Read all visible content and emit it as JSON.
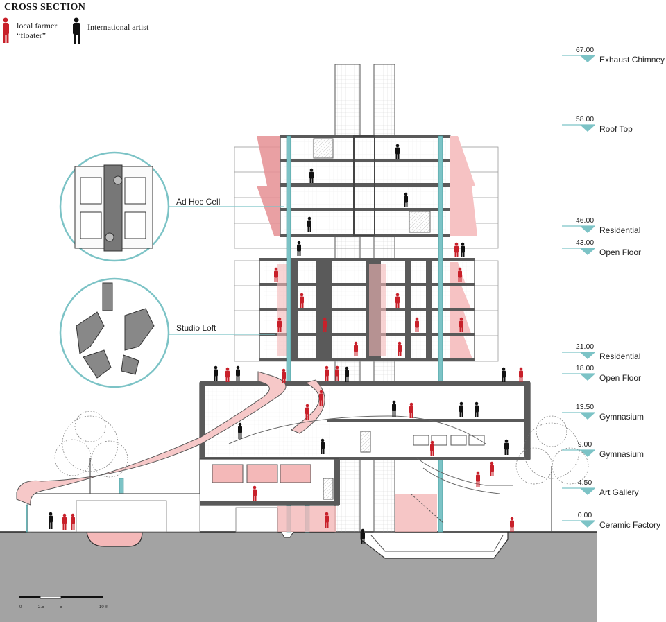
{
  "title": "CROSS SECTION",
  "legend": [
    {
      "label_line1": "local farmer",
      "label_line2": "“floater”",
      "color": "#c8202a",
      "icon": "person-figure-icon"
    },
    {
      "label_line1": "International artist",
      "label_line2": "",
      "color": "#111111",
      "icon": "person-figure-icon"
    }
  ],
  "levels": [
    {
      "value": "67.00",
      "name": "Exhaust Chimney"
    },
    {
      "value": "58.00",
      "name": "Roof Top"
    },
    {
      "value": "46.00",
      "name": "Residential"
    },
    {
      "value": "43.00",
      "name": "Open Floor"
    },
    {
      "value": "21.00",
      "name": "Residential"
    },
    {
      "value": "18.00",
      "name": "Open Floor"
    },
    {
      "value": "13.50",
      "name": "Gymnasium"
    },
    {
      "value": "9.00",
      "name": "Gymnasium"
    },
    {
      "value": "4.50",
      "name": "Art Gallery"
    },
    {
      "value": "0.00",
      "name": "Ceramic Factory"
    }
  ],
  "callouts": [
    {
      "label": "Ad Hoc Cell"
    },
    {
      "label": "Studio Loft"
    }
  ],
  "scale_bar": {
    "ticks": [
      "0",
      "2.5",
      "5",
      "10 m"
    ]
  },
  "colors": {
    "accent_pink": "#f4b8b8",
    "accent_red": "#c8202a",
    "teal": "#7cc3c6",
    "ground": "#a3a3a3",
    "wall": "#5a5a5a"
  }
}
